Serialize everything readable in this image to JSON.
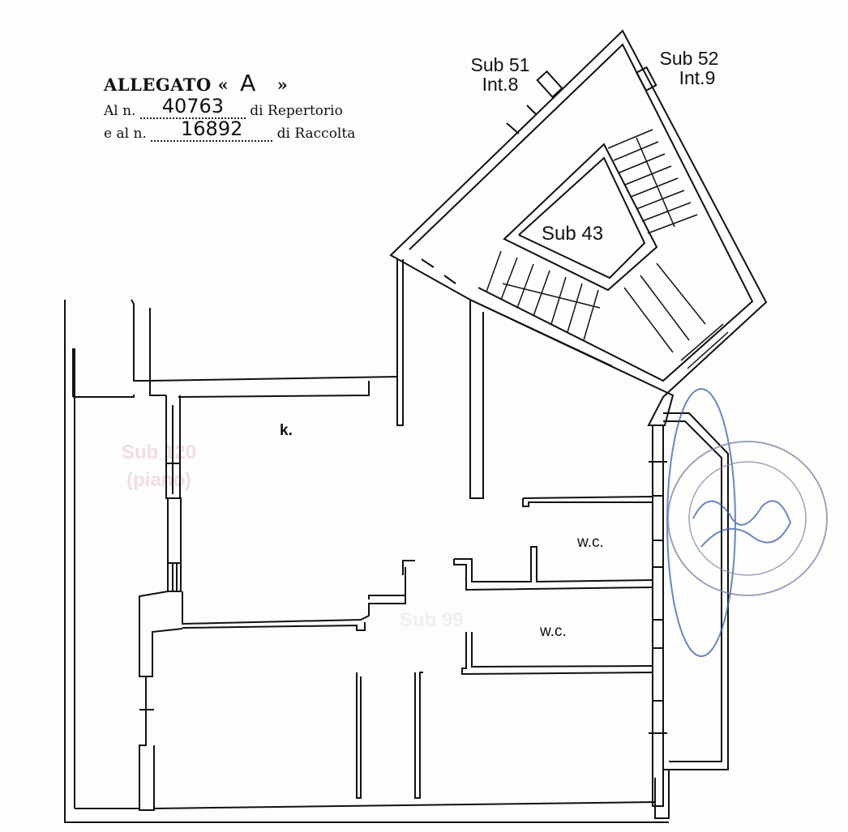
{
  "header": {
    "title": "ALLEGATO «",
    "title_letter": "A",
    "title_close": "»",
    "line2_prefix": "Al n.",
    "repertorio_number": "40763",
    "line2_suffix": "di Repertorio",
    "line3_prefix": "e al n.",
    "raccolta_number": "16892",
    "line3_suffix": "di Raccolta"
  },
  "labels": {
    "sub51": "Sub 51",
    "int8": "Int.8",
    "sub52": "Sub 52",
    "int9": "Int.9",
    "sub43": "Sub 43",
    "kitchen": "k.",
    "wc1": "w.c.",
    "wc2": "w.c."
  },
  "ghost_labels": {
    "sub120": "Sub 120",
    "piano": "(piano)",
    "sub99": "Sub 99"
  },
  "colors": {
    "ink": "#111111",
    "stamp": "#3b5fae",
    "ghost": "#f1dde3"
  }
}
